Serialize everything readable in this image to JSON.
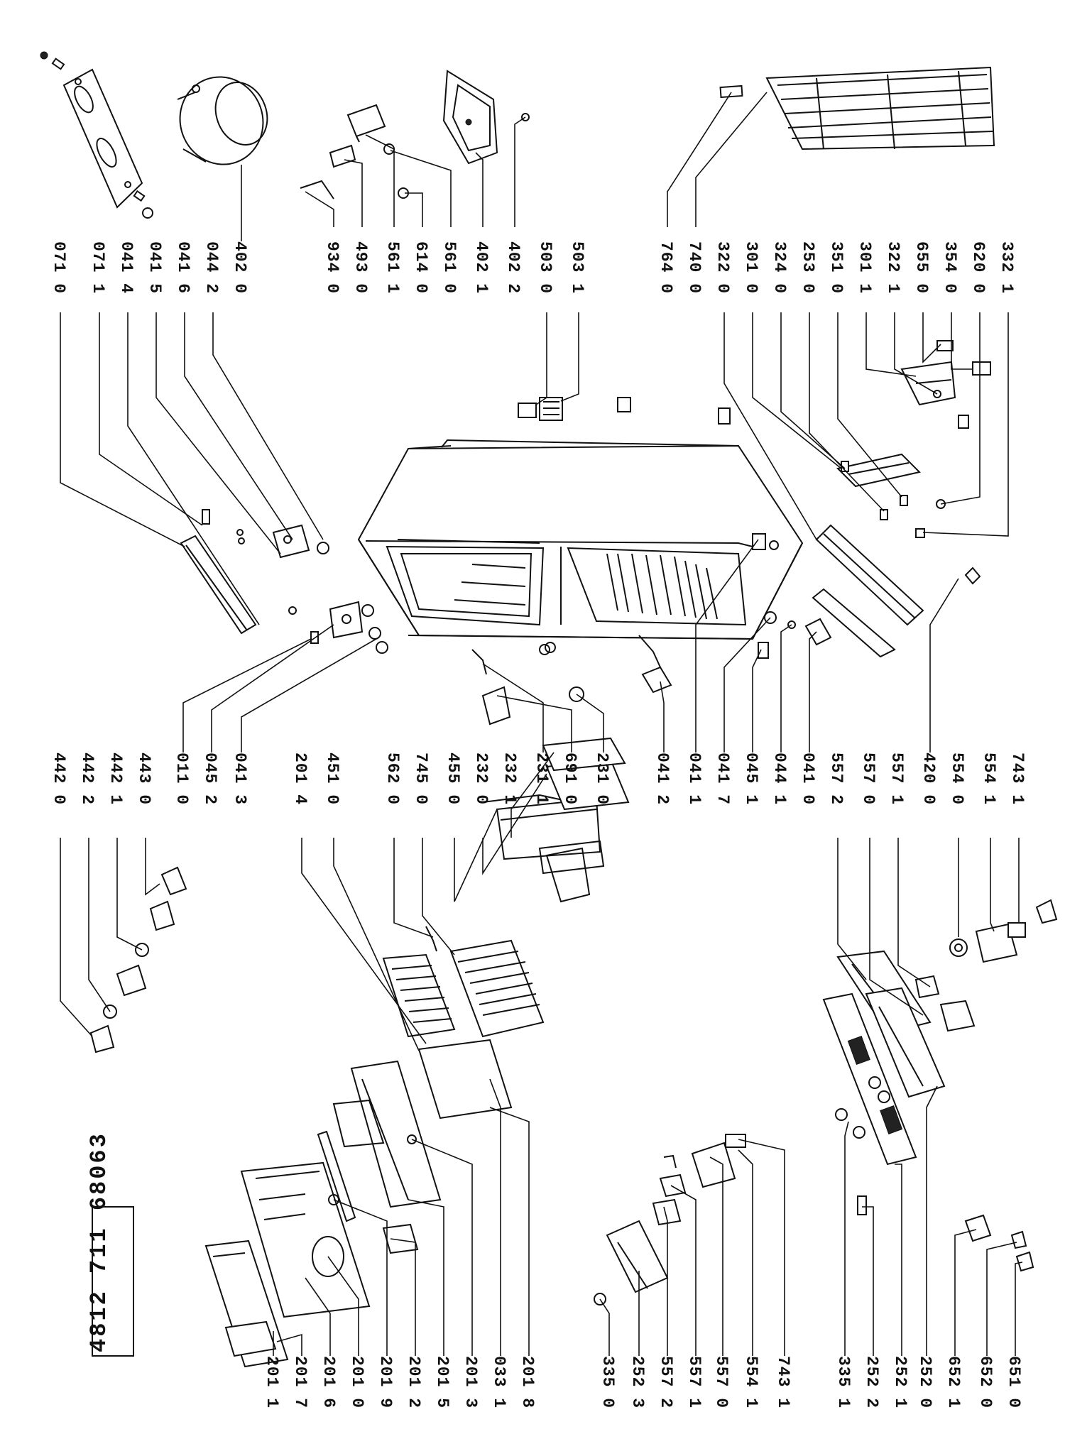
{
  "document_number": "4812  711  68063",
  "groups": [
    {
      "name": "left-top",
      "labels": [
        "402 0",
        "044 2",
        "041 6",
        "041 5",
        "041 4",
        "071 1",
        "071 0"
      ]
    },
    {
      "name": "center-top",
      "labels": [
        "934 0",
        "493 0",
        "561 1",
        "614 0",
        "561 0",
        "402 1",
        "402 2",
        "503 0",
        "503 1"
      ]
    },
    {
      "name": "right-top",
      "labels": [
        "764 0",
        "740 0",
        "322 0",
        "301 0",
        "324 0",
        "253 0",
        "351 0",
        "301 1",
        "322 1",
        "655 0",
        "354 0",
        "620 0",
        "332 1"
      ]
    },
    {
      "name": "left-mid",
      "labels": [
        "442 0",
        "442 2",
        "442 1",
        "443 0",
        "011 0",
        "045 2",
        "041 3"
      ]
    },
    {
      "name": "center-mid",
      "labels": [
        "201 4",
        "451 0",
        "562 0",
        "745 0",
        "455 0",
        "232 0",
        "232 1",
        "231 1",
        "691 0",
        "231 0"
      ]
    },
    {
      "name": "right-mid",
      "labels": [
        "041 2",
        "041 1",
        "041 7",
        "045 1",
        "044 1",
        "041 0",
        "557 2",
        "557 0",
        "557 1",
        "420 0",
        "554 0",
        "554 1",
        "743 1"
      ]
    },
    {
      "name": "bottom-left",
      "labels": [
        "201 1",
        "201 7",
        "201 6",
        "201 0",
        "201 9",
        "201 2",
        "201 5",
        "201 3",
        "033 1",
        "201 8"
      ]
    },
    {
      "name": "bottom-center",
      "labels": [
        "335 0",
        "252 3",
        "557 2",
        "557 1",
        "557 0",
        "554 1",
        "743 1"
      ]
    },
    {
      "name": "bottom-right",
      "labels": [
        "335 1",
        "252 2",
        "252 1",
        "252 0",
        "652 1",
        "652 0",
        "651 0"
      ]
    }
  ]
}
